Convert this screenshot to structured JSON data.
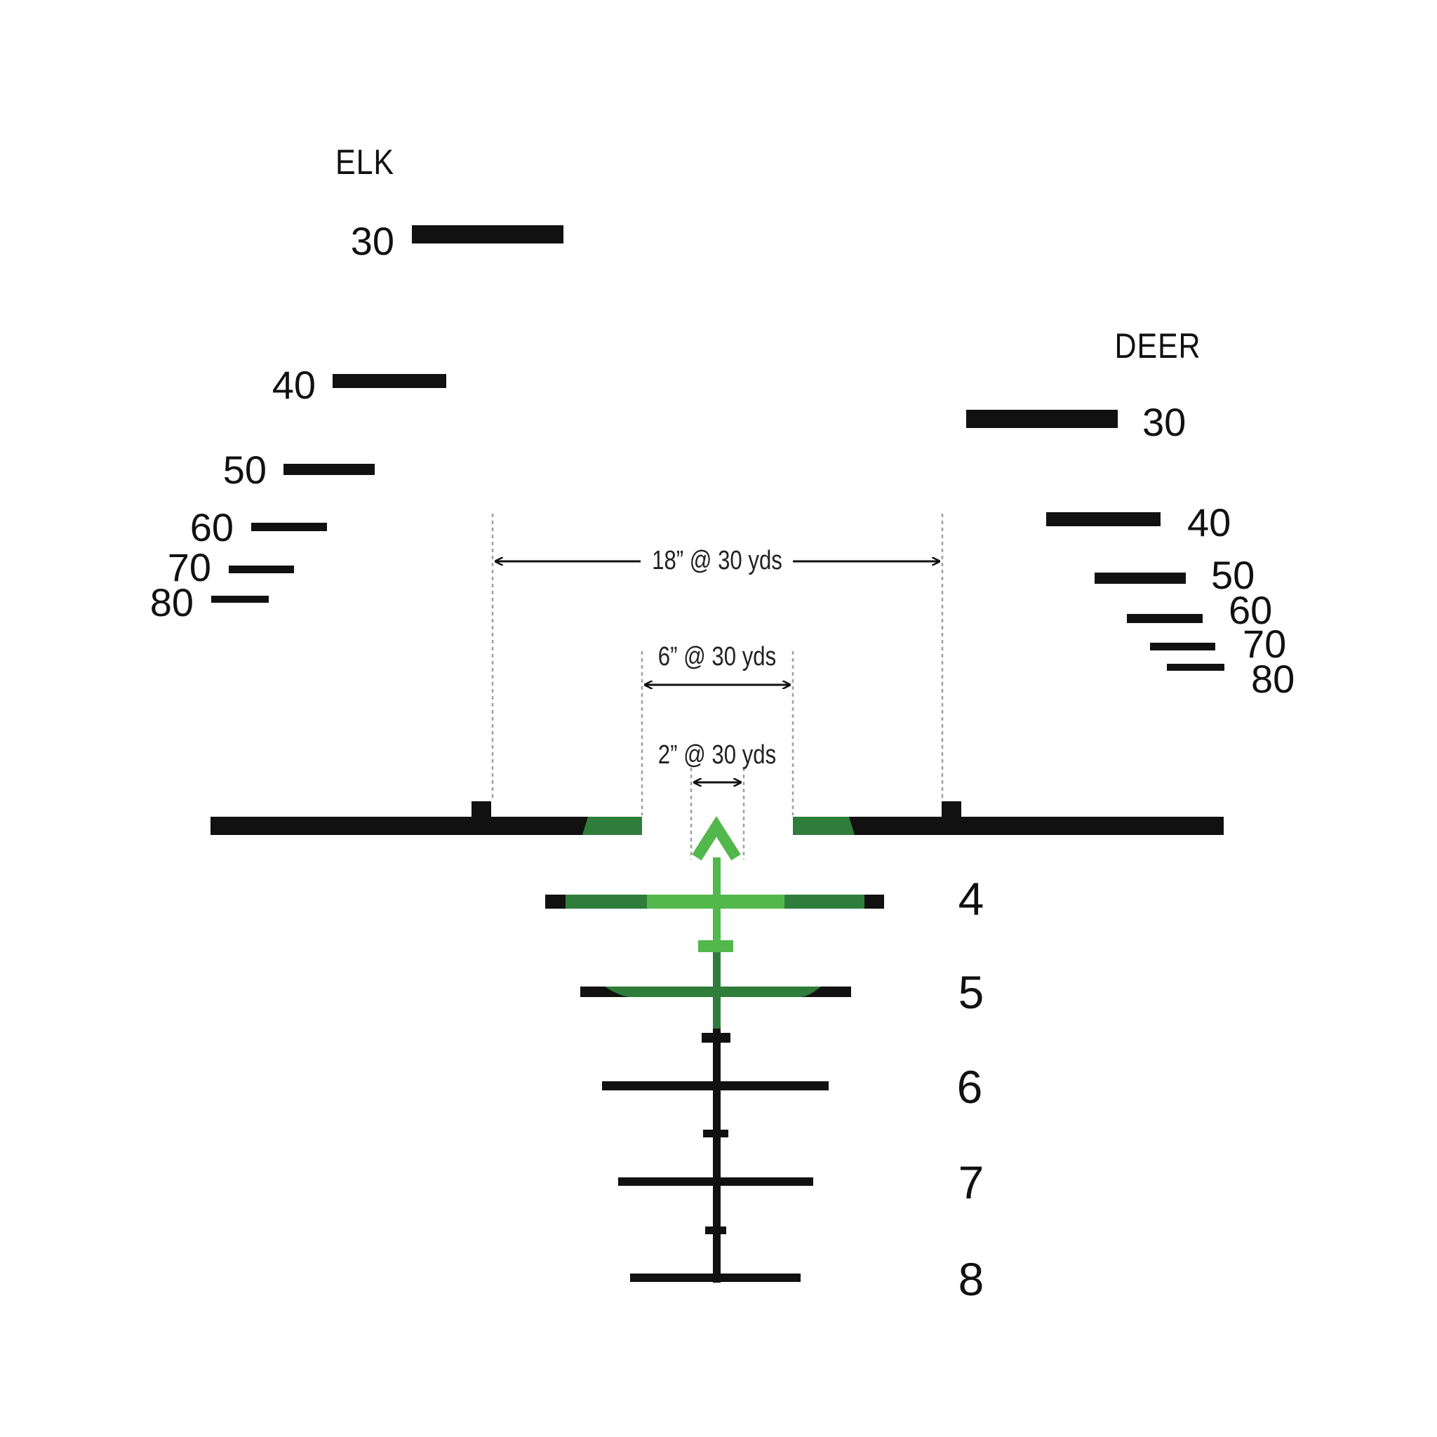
{
  "colors": {
    "ink": "#111111",
    "green_dark": "#2f7d3b",
    "green_light": "#52b84c",
    "guide": "#a0a0a0"
  },
  "elk": {
    "title": "ELK",
    "ranges": [
      "30",
      "40",
      "50",
      "60",
      "70",
      "80"
    ]
  },
  "deer": {
    "title": "DEER",
    "ranges": [
      "30",
      "40",
      "50",
      "60",
      "70",
      "80"
    ]
  },
  "dimensions": {
    "wide": "18” @ 30 yds",
    "medium": "6” @ 30 yds",
    "narrow": "2” @ 30 yds"
  },
  "holdover_labels": [
    "4",
    "5",
    "6",
    "7",
    "8"
  ]
}
